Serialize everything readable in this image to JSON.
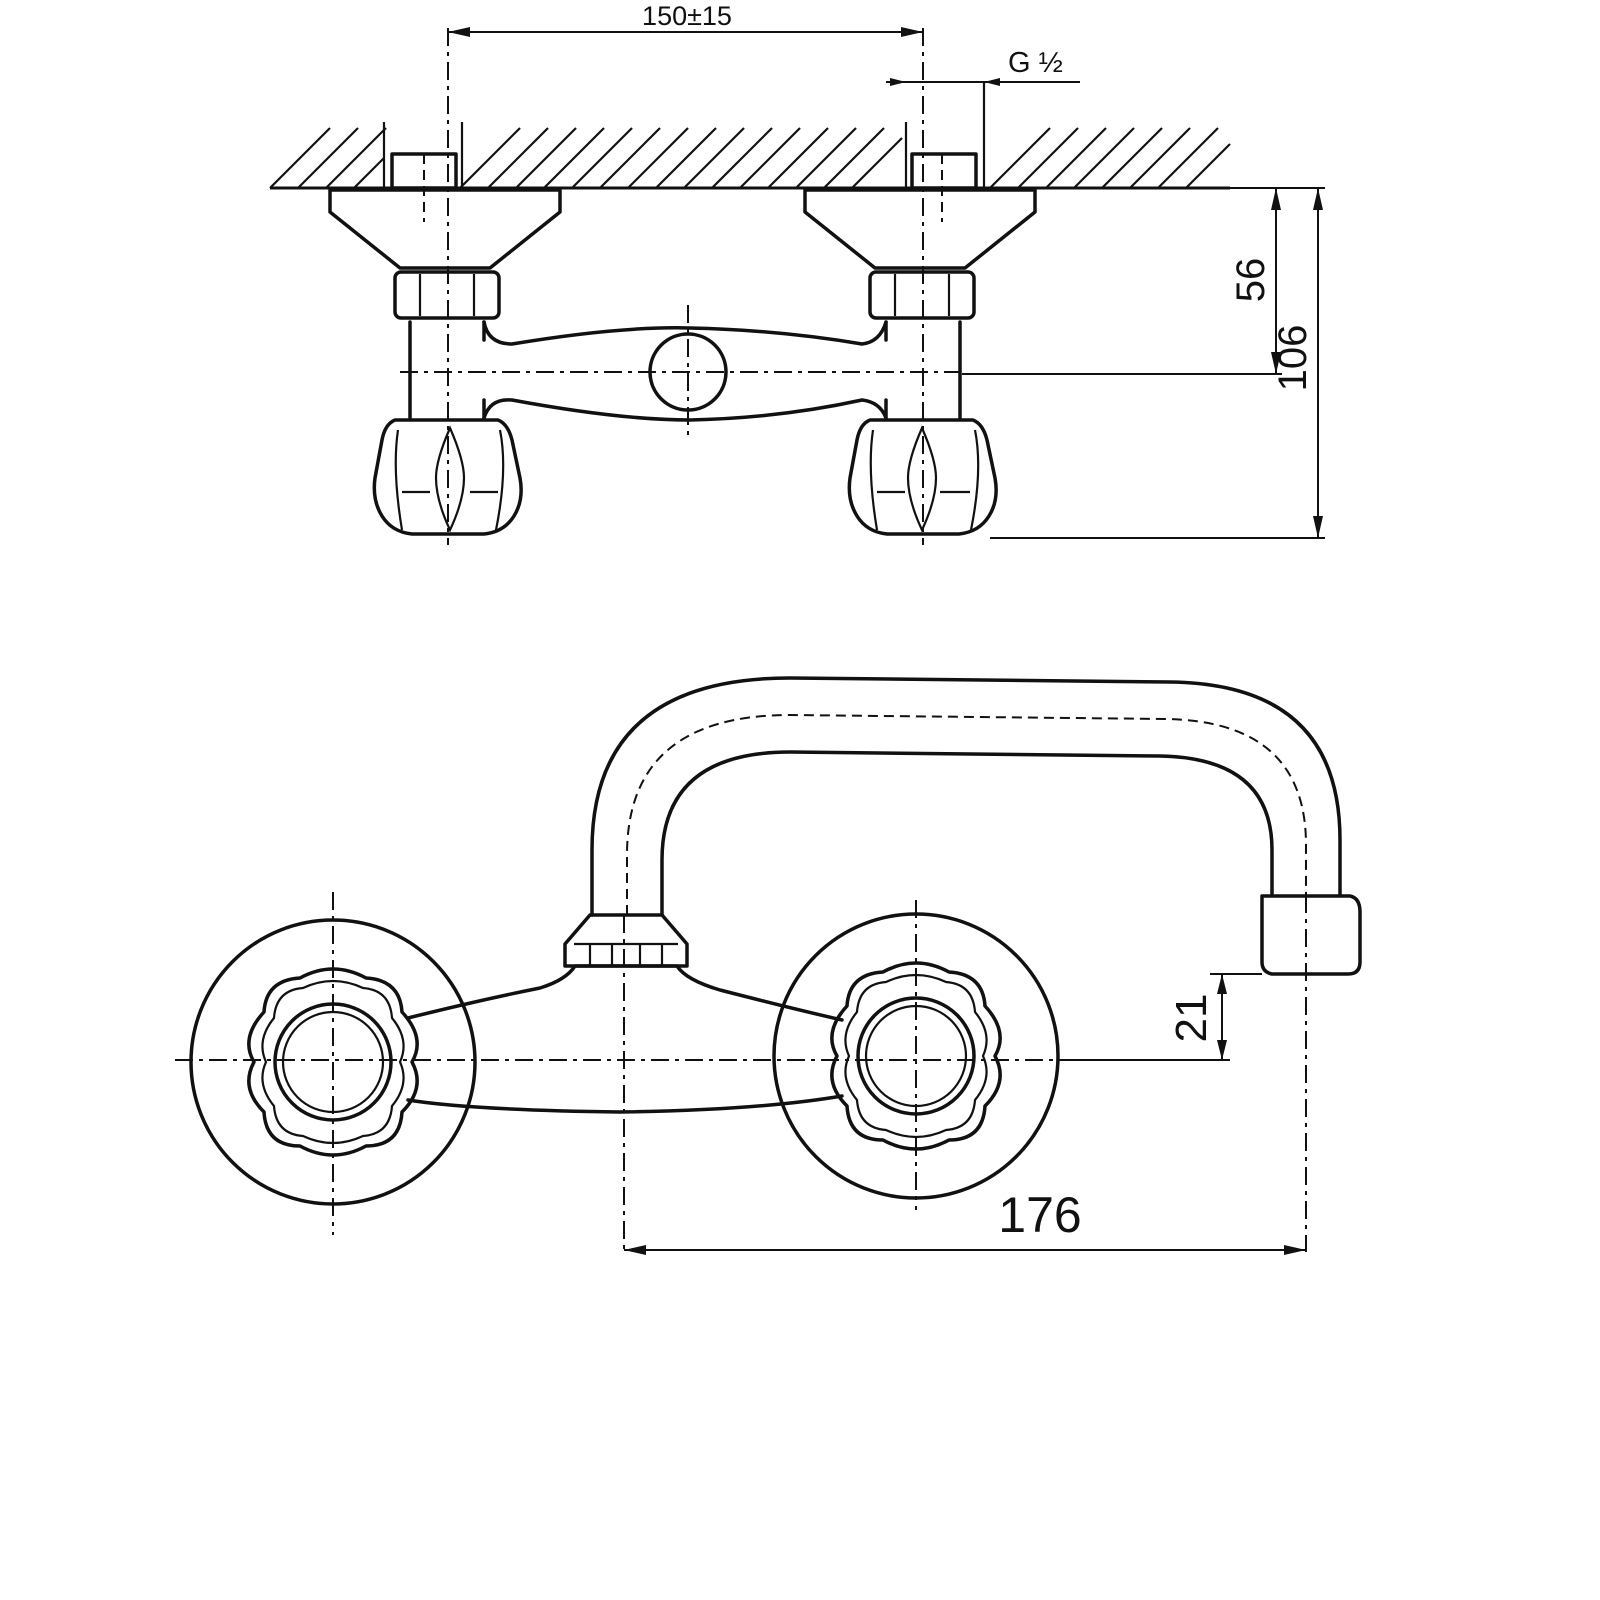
{
  "dimensions": {
    "inlet_spacing": "150±15",
    "thread": "G ½",
    "depth_to_axis": "56",
    "total_depth": "106",
    "spout_height": "21",
    "spout_reach": "176"
  },
  "colors": {
    "line": "#111111",
    "background": "#ffffff"
  }
}
